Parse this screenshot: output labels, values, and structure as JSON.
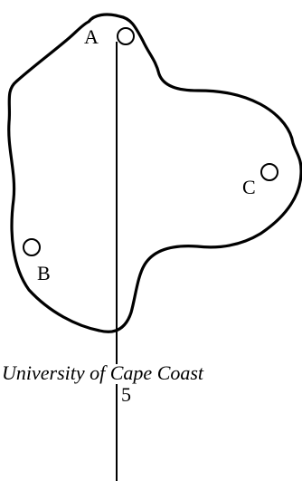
{
  "diagram": {
    "points": [
      {
        "label": "A"
      },
      {
        "label": "B"
      },
      {
        "label": "C"
      }
    ]
  },
  "footer": {
    "source_text": "University of Cape Coast",
    "page_number": "5"
  },
  "colors": {
    "stroke": "#000000",
    "background": "#ffffff"
  }
}
